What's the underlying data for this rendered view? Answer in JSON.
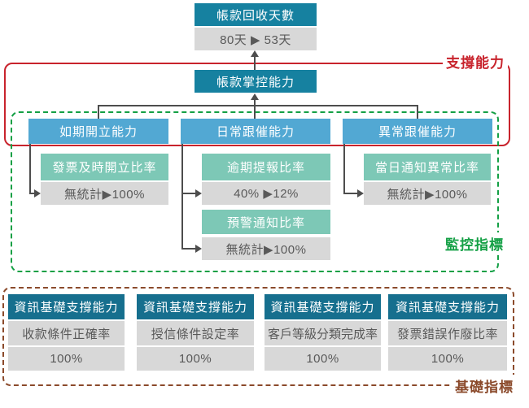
{
  "top": {
    "result_label": "帳款回收天數",
    "result_value": "80天 ▶ 53天",
    "control_label": "帳款掌控能力"
  },
  "frames": {
    "support_label": "支撐能力",
    "monitor_label": "監控指標",
    "basic_label": "基礎指標"
  },
  "branches": [
    {
      "title": "如期開立能力",
      "metrics": [
        {
          "name": "發票及時開立比率",
          "value": "無統計▶100%"
        }
      ]
    },
    {
      "title": "日常跟催能力",
      "metrics": [
        {
          "name": "逾期提報比率",
          "value": "40% ▶12%"
        },
        {
          "name": "預警通知比率",
          "value": "無統計▶100%"
        }
      ]
    },
    {
      "title": "異常跟催能力",
      "metrics": [
        {
          "name": "當日通知異常比率",
          "value": "無統計▶100%"
        }
      ]
    }
  ],
  "foundation": [
    {
      "header": "資訊基礎支撐能力",
      "metric": "收款條件正確率",
      "value": "100%"
    },
    {
      "header": "資訊基礎支撐能力",
      "metric": "授信條件設定率",
      "value": "100%"
    },
    {
      "header": "資訊基礎支撐能力",
      "metric": "客戶等級分類完成率",
      "value": "100%"
    },
    {
      "header": "資訊基礎支撐能力",
      "metric": "發票錯誤作廢比率",
      "value": "100%"
    }
  ],
  "colors": {
    "teal": "#1681a0",
    "teal_dark": "#166f8e",
    "blue": "#52a8d3",
    "mint": "#7dc8b6",
    "gray_box": "#d8d8d8",
    "gray_text": "#595959",
    "red_frame": "#c8232c",
    "green_frame": "#14a045",
    "brown_frame": "#8b4a2b",
    "connector": "#4d4d4d"
  }
}
